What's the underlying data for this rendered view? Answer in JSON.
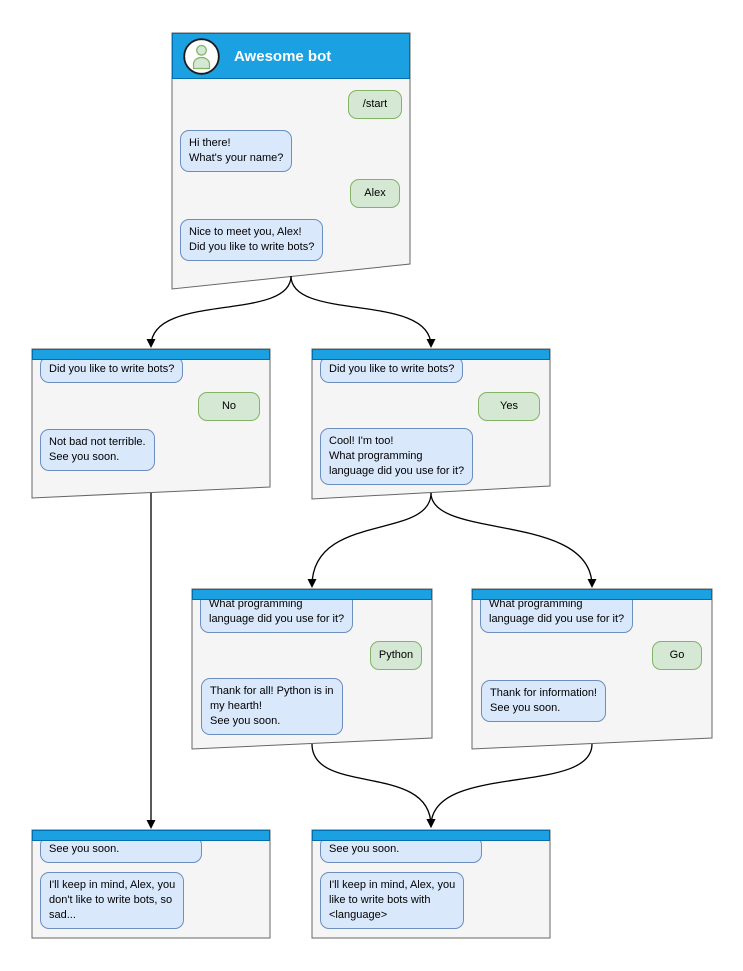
{
  "colors": {
    "header_blue": "#1ba1e2",
    "header_border": "#006eaf",
    "bot_bubble_fill": "#dae8fc",
    "bot_bubble_border": "#6c8ebf",
    "user_bubble_fill": "#d5e8d4",
    "user_bubble_border": "#82b366",
    "window_fill": "#f5f5f5",
    "window_border": "#666666",
    "arrow": "#000000"
  },
  "main_window": {
    "title": "Awesome bot",
    "avatar_icon": "person-icon",
    "messages": [
      {
        "from": "user",
        "text": "/start"
      },
      {
        "from": "bot",
        "text": "Hi there!\nWhat's your name?"
      },
      {
        "from": "user",
        "text": "Alex"
      },
      {
        "from": "bot",
        "text": "Nice to meet you, Alex!\nDid you like to write bots?"
      }
    ]
  },
  "windows": [
    {
      "id": "branch-no",
      "messages": [
        {
          "from": "bot",
          "text": "Did you like to write bots?"
        },
        {
          "from": "user",
          "text": "No"
        },
        {
          "from": "bot",
          "text": "Not bad not terrible.\nSee you soon."
        }
      ]
    },
    {
      "id": "branch-yes",
      "messages": [
        {
          "from": "bot",
          "text": "Did you like to write bots?"
        },
        {
          "from": "user",
          "text": "Yes"
        },
        {
          "from": "bot",
          "text": "Cool! I'm too!\nWhat programming\nlanguage did you use for it?"
        }
      ]
    },
    {
      "id": "branch-python",
      "messages": [
        {
          "from": "bot",
          "text": "What programming\nlanguage did you use for it?"
        },
        {
          "from": "user",
          "text": "Python"
        },
        {
          "from": "bot",
          "text": "Thank for all! Python is in\nmy hearth!\nSee you soon."
        }
      ]
    },
    {
      "id": "branch-go",
      "messages": [
        {
          "from": "bot",
          "text": "What programming\nlanguage did you use for it?"
        },
        {
          "from": "user",
          "text": "Go"
        },
        {
          "from": "bot",
          "text": "Thank for information!\nSee you soon."
        }
      ]
    },
    {
      "id": "end-no",
      "messages": [
        {
          "from": "bot",
          "text": "See you soon."
        },
        {
          "from": "bot",
          "text": "I'll keep in mind, Alex, you\ndon't like to write bots, so\nsad..."
        }
      ]
    },
    {
      "id": "end-yes",
      "messages": [
        {
          "from": "bot",
          "text": "See you soon."
        },
        {
          "from": "bot",
          "text": "I'll keep in mind, Alex, you\nlike to write bots with\n<language>"
        }
      ]
    }
  ]
}
